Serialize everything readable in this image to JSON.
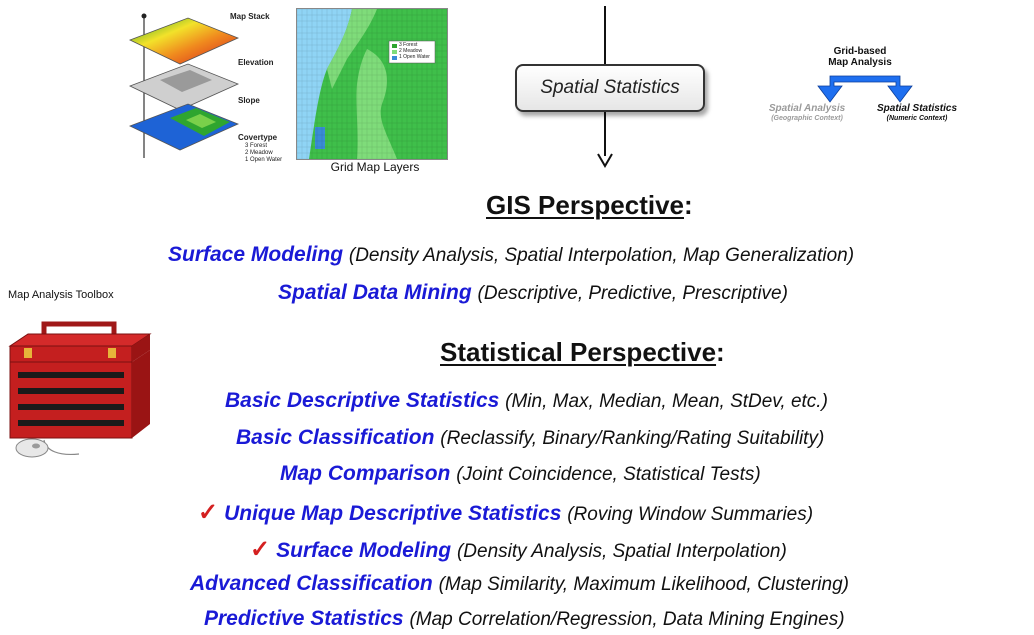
{
  "map_stack": {
    "title": "Map Stack",
    "layers": [
      "Elevation",
      "Slope",
      "Covertype"
    ],
    "covertype_legend": [
      "3  Forest",
      "2  Meadow",
      "1  Open Water"
    ]
  },
  "grid_map": {
    "caption": "Grid Map Layers",
    "legend": [
      "3  Forest",
      "2  Meadow",
      "1  Open Water"
    ]
  },
  "center_box": {
    "label": "Spatial Statistics"
  },
  "grid_based": {
    "title_line1": "Grid-based",
    "title_line2": "Map Analysis",
    "left": {
      "name": "Spatial Analysis",
      "context": "(Geographic Context)"
    },
    "right": {
      "name": "Spatial Statistics",
      "context": "(Numeric Context)"
    },
    "colors": {
      "left": "#9a9a9a",
      "right": "#111111",
      "arrow": "#1e6ff0"
    }
  },
  "toolbox": {
    "label": "Map Analysis Toolbox"
  },
  "gis": {
    "heading": "GIS Perspective",
    "items": [
      {
        "term": "Surface Modeling",
        "desc": "(Density Analysis, Spatial Interpolation, Map Generalization)"
      },
      {
        "term": "Spatial Data Mining",
        "desc": "(Descriptive, Predictive, Prescriptive)"
      }
    ]
  },
  "stat": {
    "heading": "Statistical Perspective",
    "items": [
      {
        "term": "Basic Descriptive Statistics",
        "desc": "(Min, Max, Median, Mean, StDev, etc.)",
        "checked": false
      },
      {
        "term": "Basic Classification",
        "desc": "(Reclassify, Binary/Ranking/Rating Suitability)",
        "checked": false
      },
      {
        "term": "Map Comparison",
        "desc": "(Joint Coincidence, Statistical Tests)",
        "checked": false
      },
      {
        "term": "Unique Map Descriptive Statistics",
        "desc": "(Roving Window Summaries)",
        "checked": true
      },
      {
        "term": "Surface Modeling",
        "desc": "(Density Analysis, Spatial Interpolation)",
        "checked": true
      },
      {
        "term": "Advanced Classification",
        "desc": "(Map Similarity, Maximum Likelihood, Clustering)",
        "checked": false
      },
      {
        "term": "Predictive Statistics",
        "desc": "(Map Correlation/Regression, Data Mining Engines)",
        "checked": false
      }
    ]
  },
  "colors": {
    "term": "#1a1ad6",
    "check": "#d42020"
  }
}
